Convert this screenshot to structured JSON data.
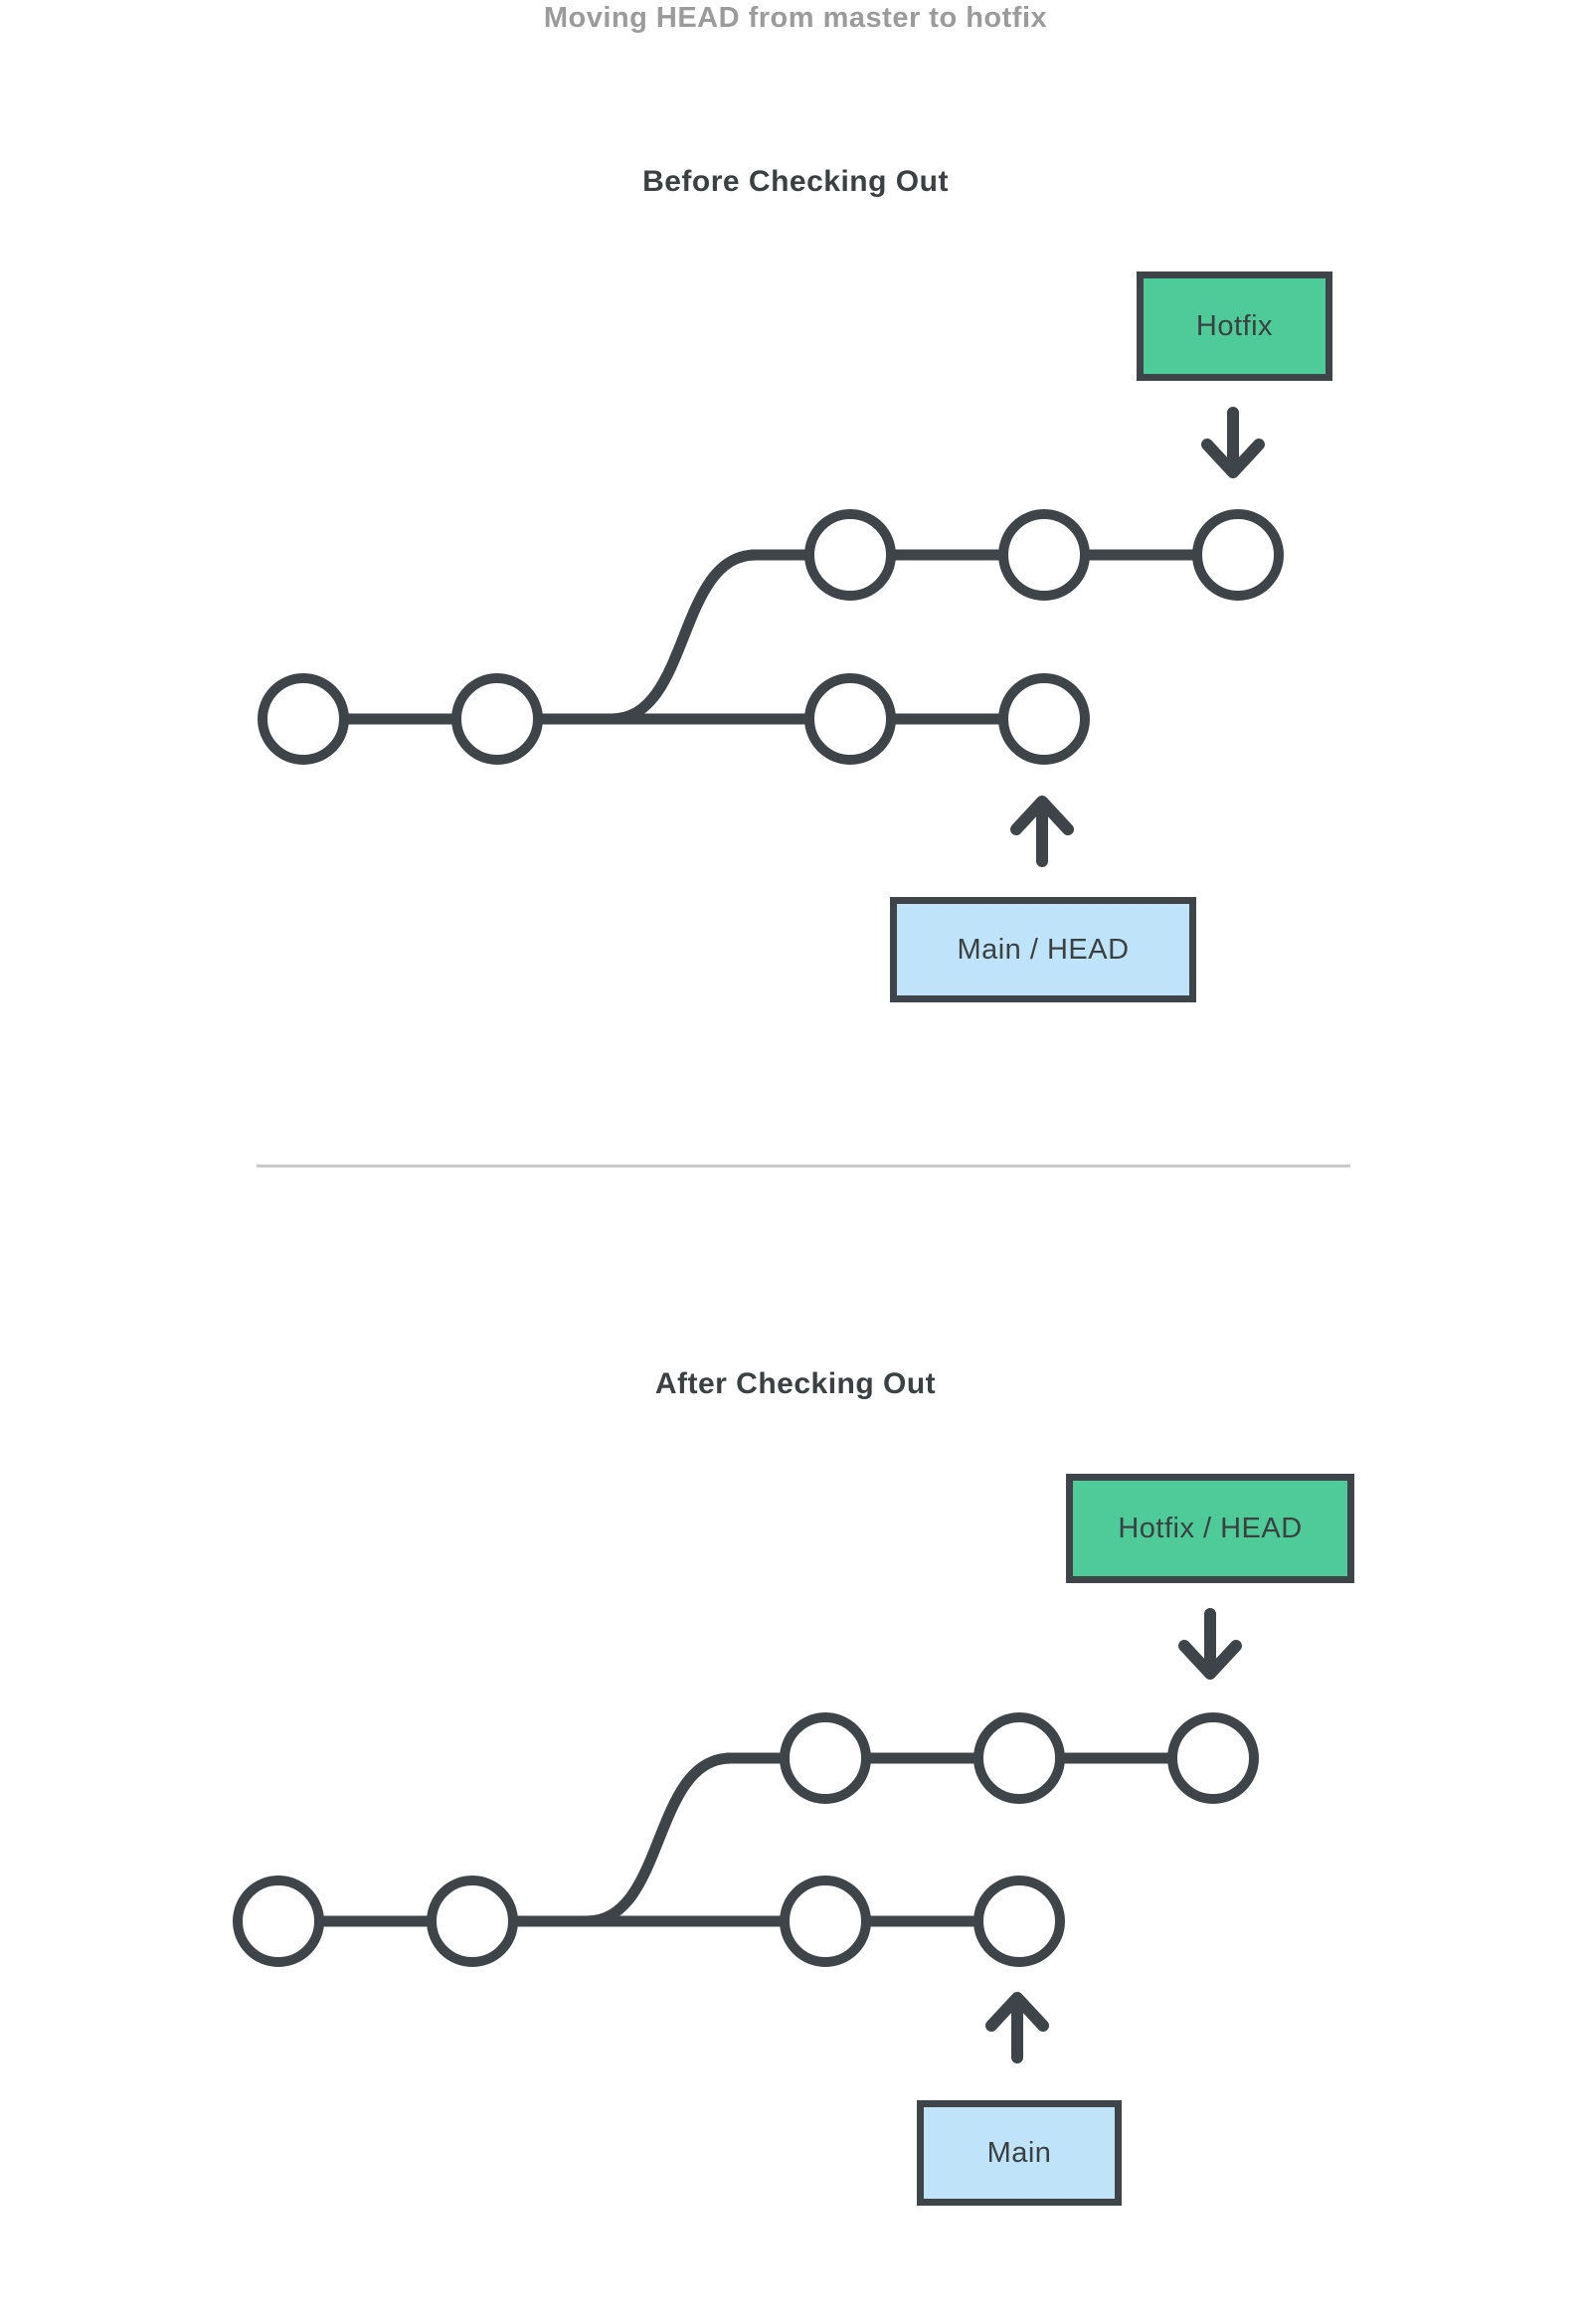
{
  "page": {
    "title": "Moving HEAD from master to hotfix"
  },
  "colors": {
    "page_bg": "#ffffff",
    "title_gray": "#9b9b9b",
    "heading": "#3b4043",
    "stroke": "#3f4449",
    "divider": "#c9c9c9",
    "white": "#ffffff",
    "green": "#4ecb98",
    "light_blue": "#bce2f9",
    "med_blue": "#4b9fd9",
    "box_blue": "#bfe4fa"
  },
  "panels": {
    "before": {
      "heading": "Before Checking Out",
      "branch_box_label": "Hotfix",
      "main_box_label": "Main / HEAD",
      "nodes": {
        "main_row": [
          "white",
          "white",
          "light_blue",
          "med_blue"
        ],
        "branch_row": [
          "green",
          "green",
          "green"
        ]
      }
    },
    "after": {
      "heading": "After Checking Out",
      "branch_box_label": "Hotfix / HEAD",
      "main_box_label": "Main",
      "nodes": {
        "main_row": [
          "white",
          "white",
          "light_blue",
          "light_blue"
        ],
        "branch_row": [
          "green",
          "green",
          "med_blue"
        ]
      }
    }
  }
}
